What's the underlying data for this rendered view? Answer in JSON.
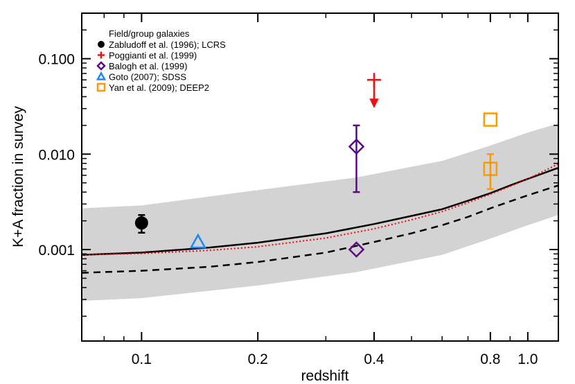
{
  "chart_data": {
    "type": "scatter",
    "title": "",
    "xlabel": "redshift",
    "ylabel": "K+A fraction in survey",
    "xscale": "log",
    "yscale": "log",
    "xlim": [
      0.07,
      1.2
    ],
    "ylim": [
      0.00011,
      0.3
    ],
    "xticks": [
      0.1,
      0.2,
      0.4,
      0.8,
      1.0
    ],
    "xtick_labels": [
      "0.1",
      "0.2",
      "0.4",
      "0.8",
      "1.0"
    ],
    "yticks": [
      0.001,
      0.01,
      0.1
    ],
    "ytick_labels": [
      "0.001",
      "0.010",
      "0.100"
    ],
    "grid": false,
    "legend_position": "top-left",
    "legend_title": "Field/group galaxies",
    "colors": {
      "band": "#d3d3d3",
      "model_solid": "#000000",
      "model_dashed": "#000000",
      "model_dotted": "#ff0000",
      "zabludoff": "#000000",
      "poggianti": "#ee1111",
      "balogh": "#5a0a82",
      "goto": "#1a88ff",
      "yan": "#ff9900"
    },
    "band": {
      "x": [
        0.07,
        0.1,
        0.2,
        0.36,
        0.6,
        0.8,
        1.0,
        1.2
      ],
      "lower": [
        0.00029,
        0.00031,
        0.00042,
        0.00058,
        0.00088,
        0.0013,
        0.0018,
        0.0023
      ],
      "upper": [
        0.0027,
        0.0029,
        0.0042,
        0.0057,
        0.0085,
        0.0123,
        0.0168,
        0.021
      ]
    },
    "series": [
      {
        "line": "solid",
        "x": [
          0.07,
          0.1,
          0.15,
          0.2,
          0.3,
          0.4,
          0.5,
          0.6,
          0.7,
          0.8,
          0.9,
          1.0,
          1.2
        ],
        "y": [
          0.00088,
          0.00093,
          0.00105,
          0.00118,
          0.00148,
          0.00185,
          0.00225,
          0.00265,
          0.00325,
          0.0039,
          0.0047,
          0.0055,
          0.0072
        ]
      },
      {
        "line": "dotted",
        "x": [
          0.07,
          0.1,
          0.15,
          0.2,
          0.3,
          0.4,
          0.5,
          0.6,
          0.7,
          0.8,
          0.9,
          1.0,
          1.2
        ],
        "y": [
          0.00088,
          0.00091,
          0.00098,
          0.00107,
          0.00132,
          0.00165,
          0.00205,
          0.0025,
          0.0031,
          0.0038,
          0.0046,
          0.0055,
          0.0079
        ]
      },
      {
        "line": "dashed",
        "x": [
          0.07,
          0.1,
          0.15,
          0.2,
          0.3,
          0.4,
          0.5,
          0.6,
          0.7,
          0.8,
          0.9,
          1.0,
          1.2
        ],
        "y": [
          0.00057,
          0.0006,
          0.00066,
          0.00074,
          0.00093,
          0.0012,
          0.00148,
          0.0018,
          0.0022,
          0.0027,
          0.0032,
          0.0037,
          0.0047
        ]
      }
    ],
    "points": [
      {
        "name": "Zabludoff et al. (1996); LCRS",
        "marker": "circle-filled",
        "x": 0.1,
        "y": 0.0019,
        "err": [
          0.0015,
          0.0023
        ]
      },
      {
        "name": "Poggianti et al. (1999)",
        "marker": "plus-upper-limit",
        "x": 0.4,
        "y": 0.06,
        "limit_to": 0.031
      },
      {
        "name": "Balogh et al. (1999)",
        "marker": "diamond",
        "x": 0.36,
        "y": 0.012,
        "err": [
          0.004,
          0.02
        ]
      },
      {
        "name": "Balogh et al. (1999)",
        "marker": "diamond",
        "x": 0.36,
        "y": 0.001
      },
      {
        "name": "Goto (2007); SDSS",
        "marker": "triangle",
        "x": 0.14,
        "y": 0.0012
      },
      {
        "name": "Yan et al. (2009); DEEP2",
        "marker": "square",
        "x": 0.8,
        "y": 0.007,
        "err": [
          0.0043,
          0.01
        ]
      },
      {
        "name": "Yan et al. (2009); DEEP2",
        "marker": "square",
        "x": 0.8,
        "y": 0.023
      }
    ],
    "legend": [
      {
        "label": "Zabludoff et al. (1996); LCRS",
        "marker": "circle-filled",
        "color": "#000000"
      },
      {
        "label": "Poggianti et al. (1999)",
        "marker": "plus",
        "color": "#ee1111"
      },
      {
        "label": "Balogh et al. (1999)",
        "marker": "diamond",
        "color": "#5a0a82"
      },
      {
        "label": "Goto (2007); SDSS",
        "marker": "triangle",
        "color": "#1a88ff"
      },
      {
        "label": "Yan et al. (2009); DEEP2",
        "marker": "square",
        "color": "#ff9900"
      }
    ]
  }
}
